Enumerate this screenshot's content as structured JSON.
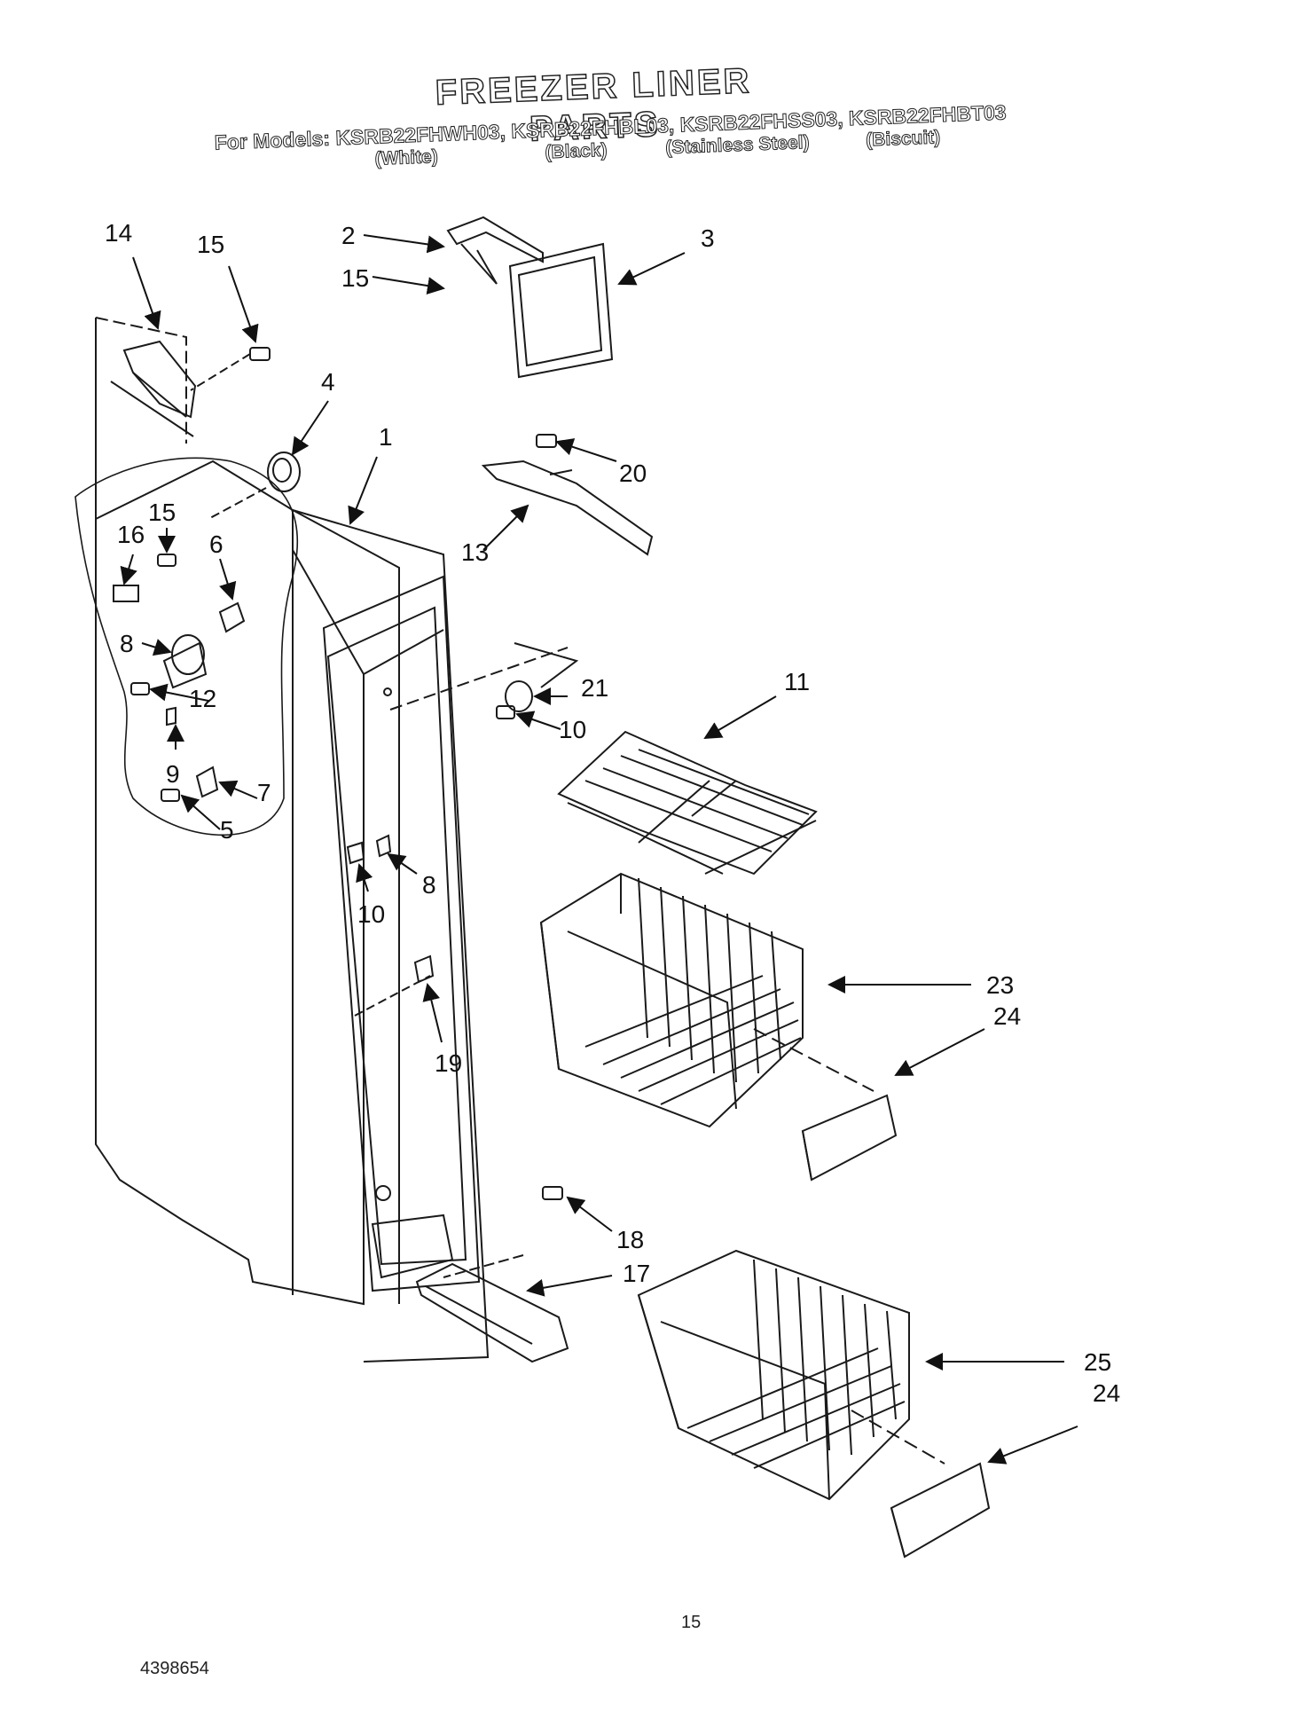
{
  "header": {
    "title": "FREEZER LINER PARTS",
    "models_line": "For Models: KSRB22FHWH03, KSRB22FHBL03, KSRB22FHSS03, KSRB22FHBT03",
    "colors": [
      "(White)",
      "(Black)",
      "(Stainless Steel)",
      "(Biscuit)"
    ]
  },
  "callouts": {
    "c1": "1",
    "c2": "2",
    "c3": "3",
    "c4": "4",
    "c5": "5",
    "c6": "6",
    "c7": "7",
    "c8a": "8",
    "c8b": "8",
    "c9": "9",
    "c10a": "10",
    "c10b": "10",
    "c11": "11",
    "c12": "12",
    "c13": "13",
    "c14": "14",
    "c15a": "15",
    "c15b": "15",
    "c15c": "15",
    "c16": "16",
    "c17": "17",
    "c18": "18",
    "c19": "19",
    "c20": "20",
    "c21": "21",
    "c23": "23",
    "c24a": "24",
    "c24b": "24",
    "c25": "25"
  },
  "footer": {
    "page_number": "15",
    "doc_number": "4398654"
  }
}
